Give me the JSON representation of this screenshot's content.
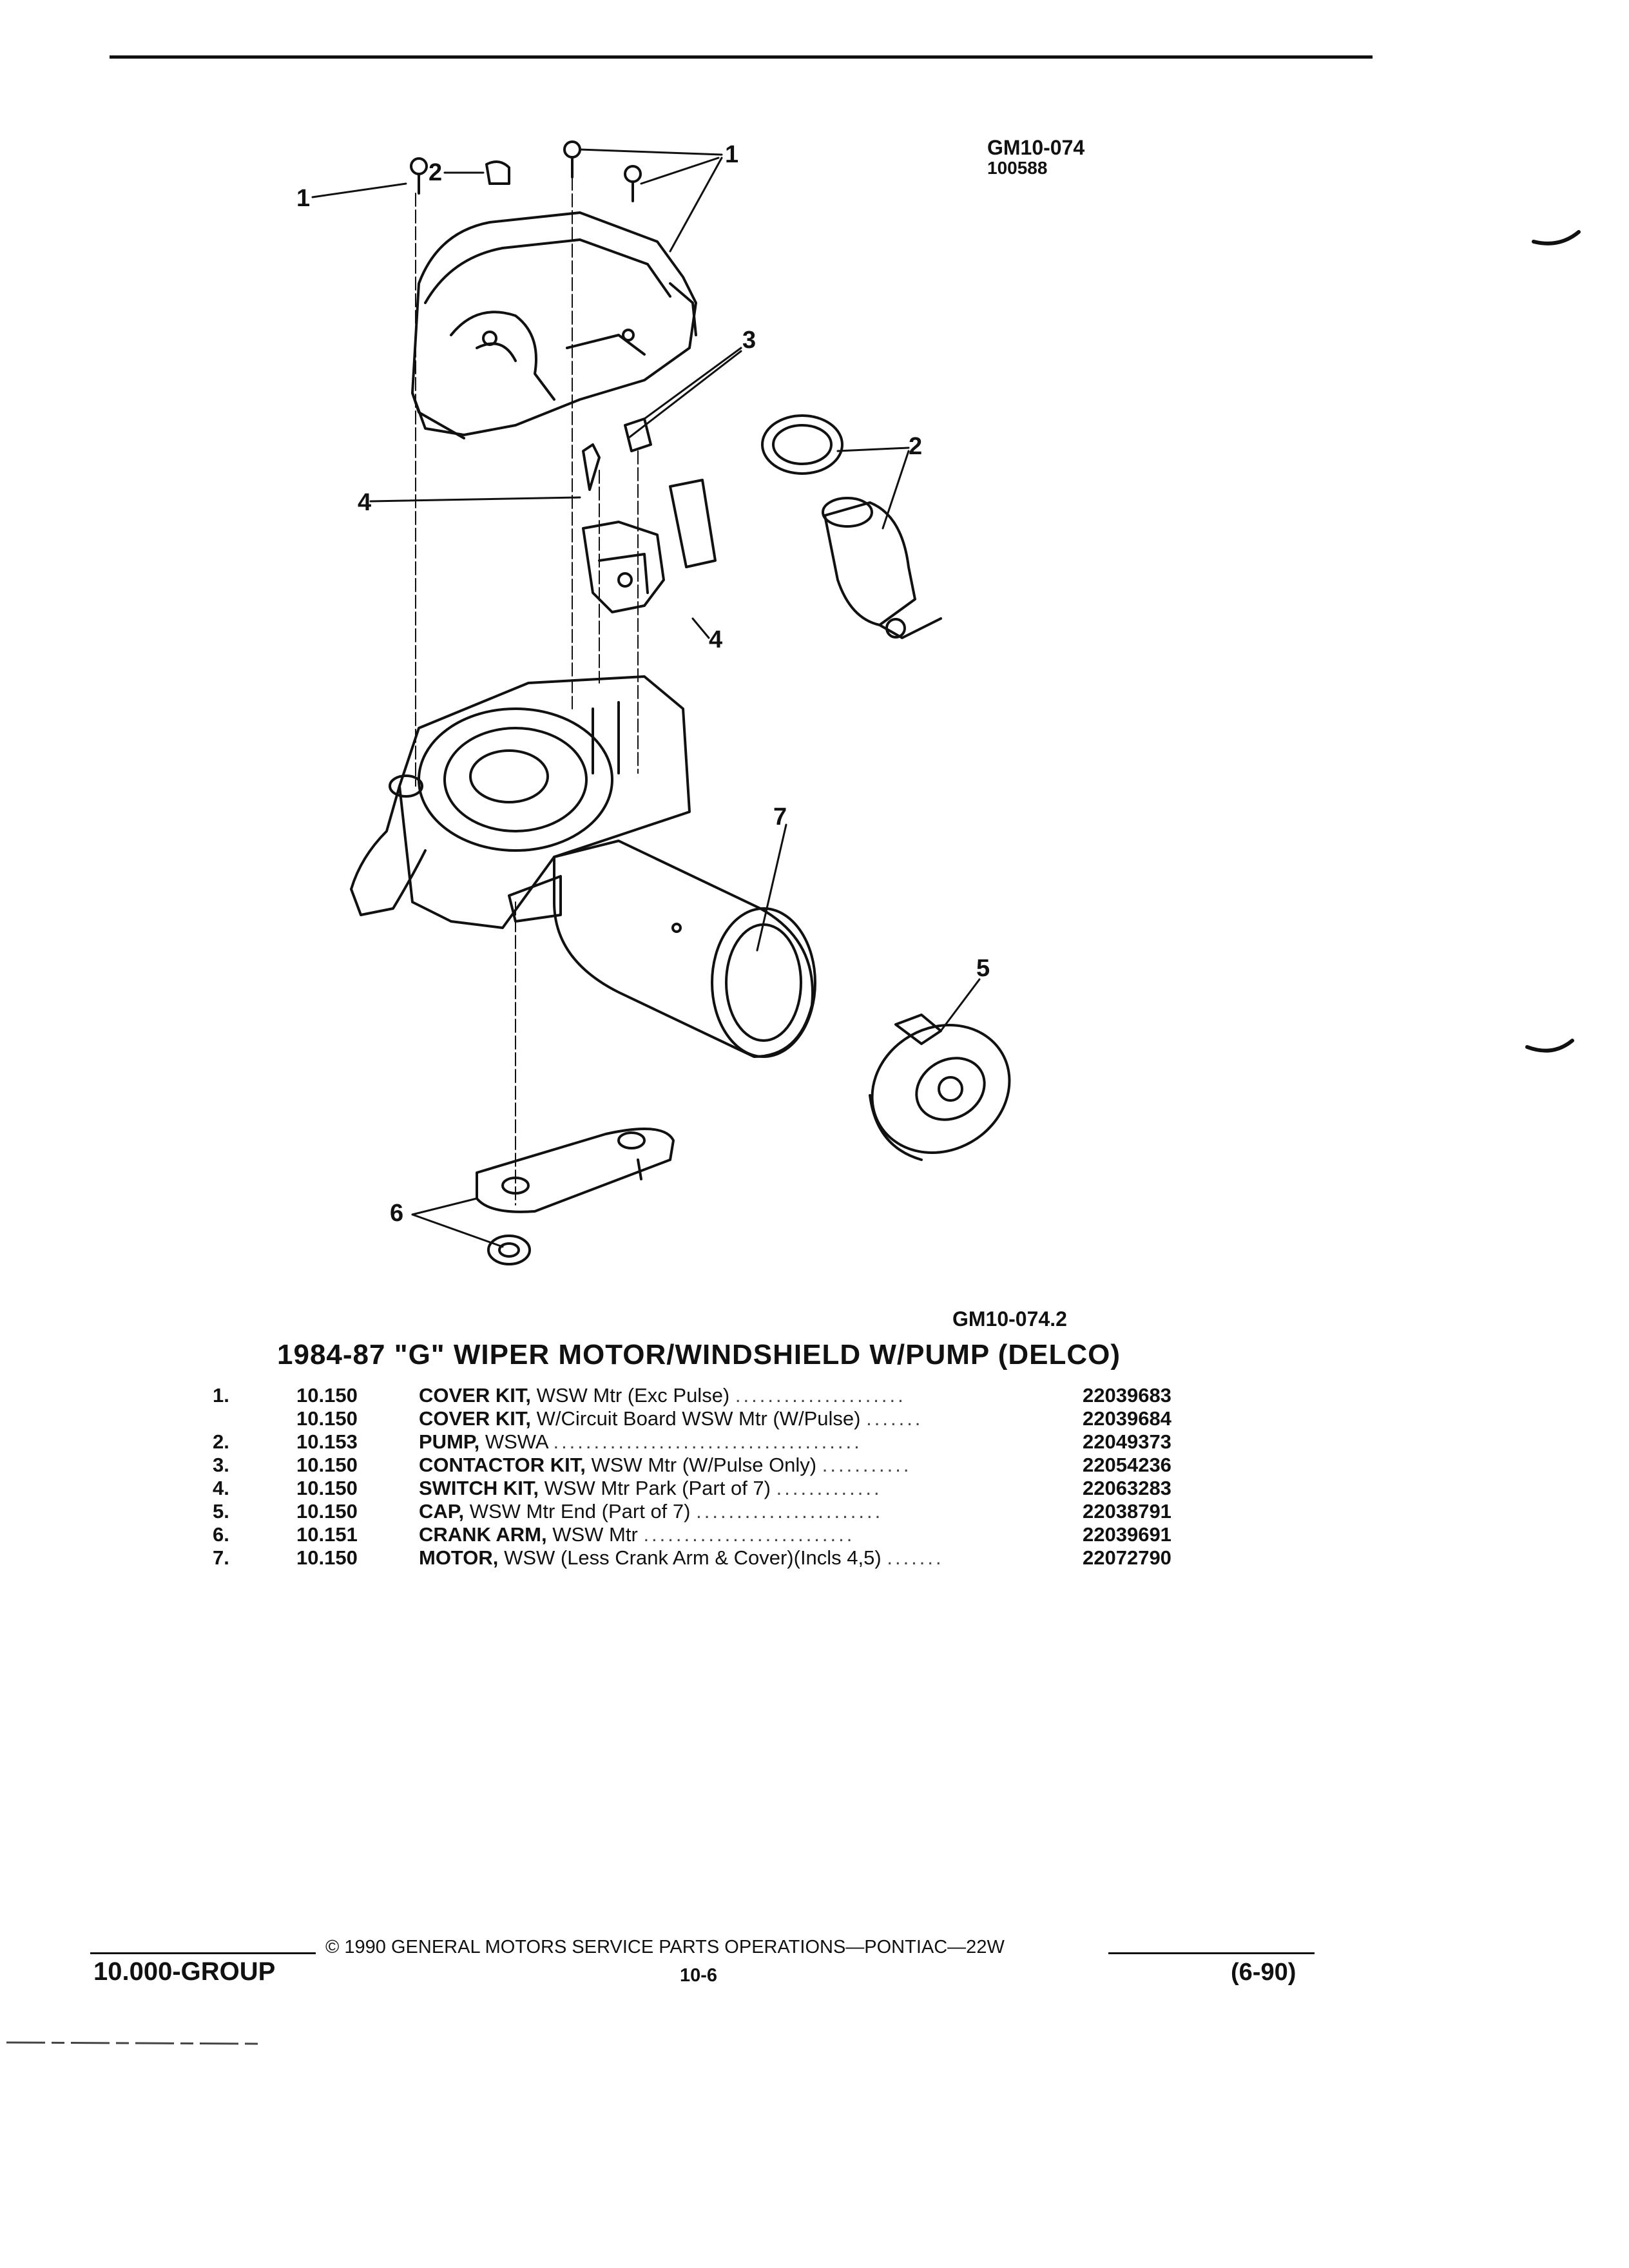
{
  "figure": {
    "code_top": "GM10-074",
    "code_sub": "100588",
    "code_bottom": "GM10-074.2",
    "callouts": [
      "1",
      "2",
      "1",
      "3",
      "2",
      "4",
      "4",
      "7",
      "5",
      "6"
    ]
  },
  "title": "1984-87 \"G\" WIPER MOTOR/WINDSHIELD W/PUMP (DELCO)",
  "parts": [
    {
      "no": "1.",
      "group": "10.150",
      "name": "COVER KIT,",
      "desc": "WSW Mtr (Exc Pulse)",
      "part": "22039683"
    },
    {
      "no": "",
      "group": "10.150",
      "name": "COVER KIT,",
      "desc": "W/Circuit Board WSW Mtr (W/Pulse)",
      "part": "22039684"
    },
    {
      "no": "2.",
      "group": "10.153",
      "name": "PUMP,",
      "desc": "WSWA",
      "part": "22049373"
    },
    {
      "no": "3.",
      "group": "10.150",
      "name": "CONTACTOR KIT,",
      "desc": "WSW Mtr (W/Pulse Only)",
      "part": "22054236"
    },
    {
      "no": "4.",
      "group": "10.150",
      "name": "SWITCH KIT,",
      "desc": "WSW Mtr Park (Part of 7)",
      "part": "22063283"
    },
    {
      "no": "5.",
      "group": "10.150",
      "name": "CAP,",
      "desc": "WSW Mtr End (Part of 7)",
      "part": "22038791"
    },
    {
      "no": "6.",
      "group": "10.151",
      "name": "CRANK ARM,",
      "desc": "WSW Mtr",
      "part": "22039691"
    },
    {
      "no": "7.",
      "group": "10.150",
      "name": "MOTOR,",
      "desc": "WSW (Less Crank Arm & Cover)(Incls 4,5)",
      "part": "22072790"
    }
  ],
  "footer": {
    "copyright": "© 1990 GENERAL MOTORS SERVICE PARTS OPERATIONS—PONTIAC—22W",
    "group": "10.000-GROUP",
    "page": "10-6",
    "date": "(6-90)"
  }
}
